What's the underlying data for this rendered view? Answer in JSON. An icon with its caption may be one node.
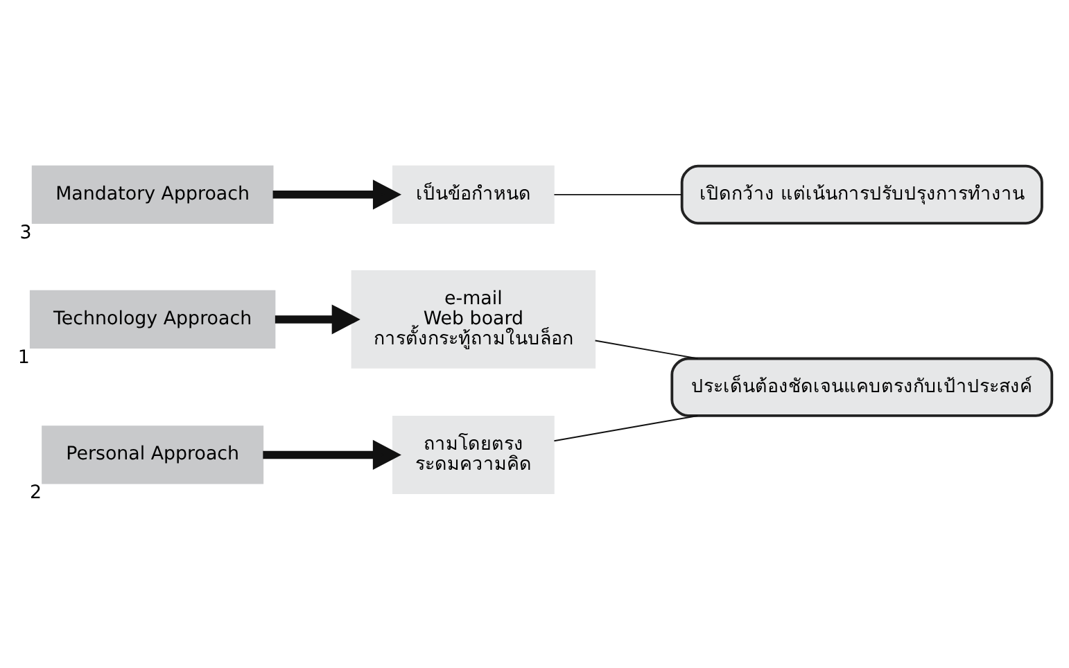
{
  "diagram": {
    "nodes": [
      {
        "text": [
          "Technology Approach"
        ],
        "beside": [
          "1"
        ]
      },
      {
        "text": [
          "e-mail",
          "Web board",
          "การตั้งกระทู้ถามในบล็อก"
        ]
      },
      {
        "text": [
          "Personal Approach"
        ],
        "beside": [
          "2"
        ]
      },
      {
        "text": [
          "ถามโดยตรง",
          "ระดมความคิด"
        ]
      },
      {
        "text": [
          "Mandatory Approach"
        ],
        "beside": [
          "3"
        ]
      },
      {
        "text": [
          "เป็นข้อกำหนด"
        ]
      },
      {
        "text": [
          "ประเด็นต้องชัดเจนแคบตรงกับเป้าประสงค์"
        ]
      },
      {
        "text": [
          "เปิดกว้าง แต่เน้นการปรับปรุงการทำงาน"
        ]
      }
    ],
    "edges": [
      {
        "from": 0,
        "to": 1,
        "arrow": "to",
        "style": "thick"
      },
      {
        "from": 2,
        "to": 3,
        "arrow": "to",
        "style": "thick"
      },
      {
        "from": 4,
        "to": 5,
        "arrow": "to",
        "style": "thick"
      },
      {
        "from": 1,
        "to": 6,
        "arrow": "none"
      },
      {
        "from": 3,
        "to": 6,
        "arrow": "none"
      },
      {
        "from": 5,
        "to": 7,
        "arrow": "none"
      }
    ]
  }
}
